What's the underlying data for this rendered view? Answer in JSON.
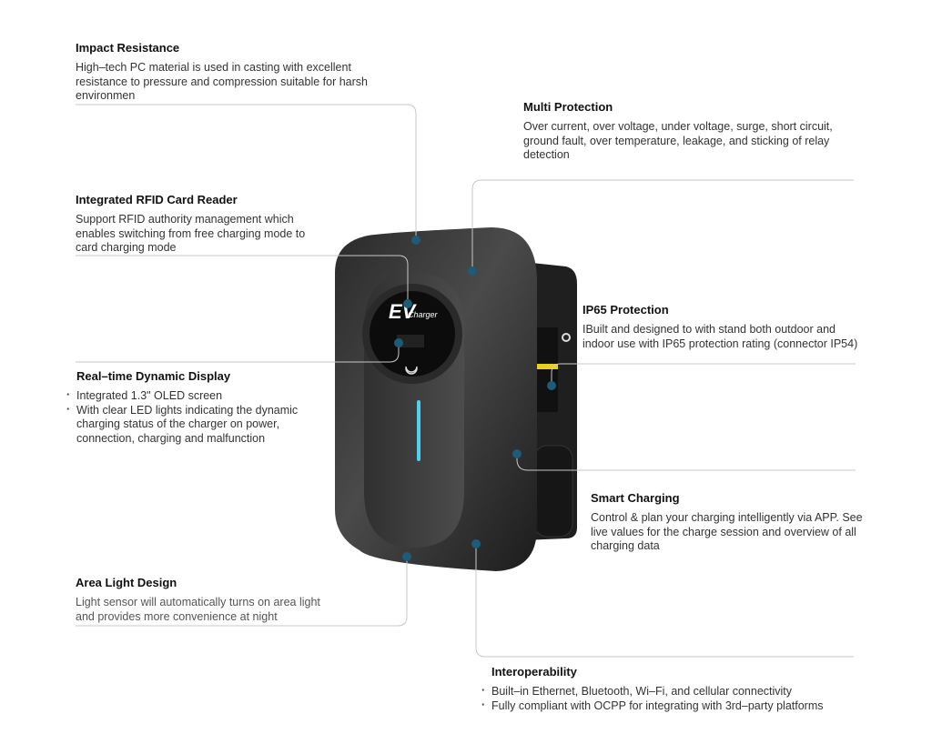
{
  "features": {
    "impact": {
      "title": "Impact Resistance",
      "text": "High–tech PC material is used in casting with excellent resistance to pressure and compression suitable for harsh environmen"
    },
    "multi": {
      "title": "Multi Protection",
      "text": "Over current, over voltage, under voltage, surge, short circuit, ground fault, over temperature, leakage, and sticking of relay detection"
    },
    "rfid": {
      "title": "Integrated RFID Card Reader",
      "text": "Support RFID authority management which enables switching from free charging mode to card charging mode"
    },
    "display": {
      "title": "Real–time Dynamic Display",
      "bullets": [
        "Integrated 1.3\" OLED screen",
        "With clear LED lights indicating the dynamic charging status of the charger on power, connection, charging and malfunction"
      ]
    },
    "ip65": {
      "title": "IP65 Protection",
      "text": "IBuilt and designed to with stand both outdoor and indoor use with IP65 protection rating (connector IP54)"
    },
    "smart": {
      "title": "Smart Charging",
      "text": "Control & plan your charging intelligently via APP. See live values for the charge session and overview of all charging data"
    },
    "area": {
      "title": "Area Light Design",
      "text": "Light sensor will automatically turns on area light and provides more convenience at night"
    },
    "interop": {
      "title": "Interoperability",
      "bullets": [
        "Built–in Ethernet, Bluetooth, Wi–Fi, and cellular connectivity",
        "Fully compliant with OCPP for integrating with 3rd–party platforms"
      ]
    }
  },
  "product": {
    "logo_main": "EV",
    "logo_sub": "Charger"
  },
  "colors": {
    "dot": "#1e5b78",
    "line": "#c8c8c8",
    "body": "#2e2e2e",
    "led": "#4fd0f0"
  }
}
